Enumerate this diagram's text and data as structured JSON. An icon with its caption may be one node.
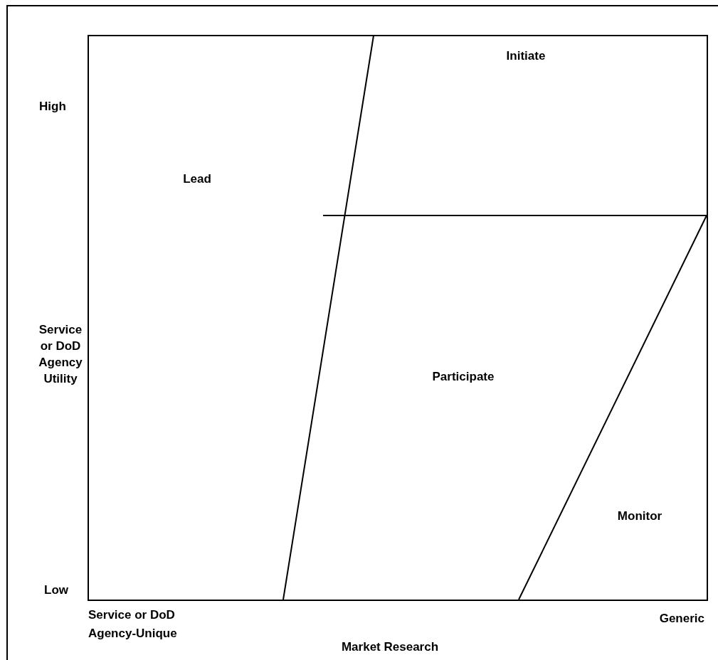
{
  "diagram": {
    "labels": [
      "Initiate",
      "High",
      "Lead",
      "Service or DoD Agency Utility",
      "Participate",
      "Monitor",
      "Low",
      "Service or DoD Agency-Unique",
      "Generic",
      "Market Research"
    ]
  }
}
